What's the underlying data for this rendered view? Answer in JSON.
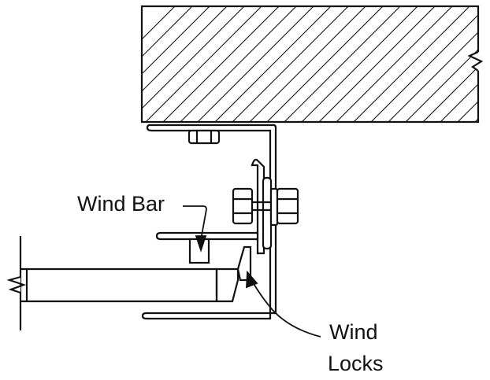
{
  "labels": {
    "wind_bar": "Wind Bar",
    "wind_locks_line1": "Wind",
    "wind_locks_line2": "Locks"
  },
  "colors": {
    "line": "#111111",
    "background": "#ffffff"
  }
}
